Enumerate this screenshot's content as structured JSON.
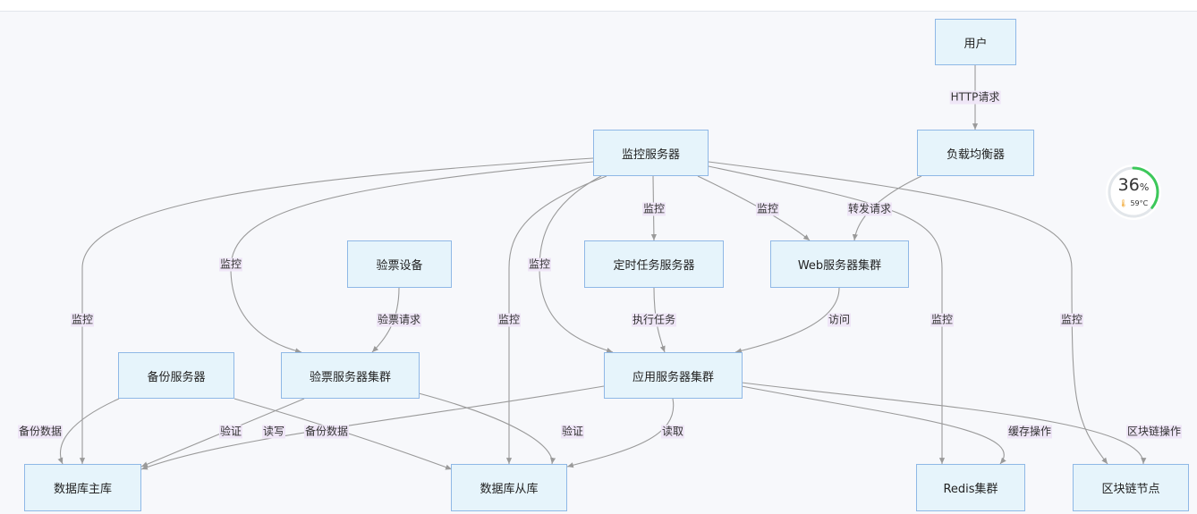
{
  "nodes": {
    "user": "用户",
    "lb": "负载均衡器",
    "monitor": "监控服务器",
    "ticket_device": "验票设备",
    "cron": "定时任务服务器",
    "web": "Web服务器集群",
    "backup": "备份服务器",
    "ticket_cluster": "验票服务器集群",
    "app": "应用服务器集群",
    "db_master": "数据库主库",
    "db_slave": "数据库从库",
    "redis": "Redis集群",
    "blockchain": "区块链节点"
  },
  "edge_labels": {
    "http": "HTTP请求",
    "forward": "转发请求",
    "mon_cron": "监控",
    "mon_web": "监控",
    "mon_ticket": "监控",
    "mon_app": "监控",
    "mon_master": "监控",
    "mon_slave": "监控",
    "mon_redis": "监控",
    "mon_chain": "监控",
    "ticket_req": "验票请求",
    "exec_task": "执行任务",
    "access": "访问",
    "backup_data_1": "备份数据",
    "backup_data_2": "备份数据",
    "verify_1": "验证",
    "verify_2": "验证",
    "readwrite": "读写",
    "read": "读取",
    "cache_op": "缓存操作",
    "chain_op": "区块链操作"
  },
  "gauge": {
    "percent": "36",
    "percent_unit": "%",
    "temperature": "59°C",
    "fraction": 0.36,
    "color": "#3cc85a"
  },
  "colors": {
    "node_fill": "#e6f4fb",
    "node_border": "#8fb8e6",
    "edge": "#9a9a9a",
    "label_bg": "#efe6f7"
  }
}
